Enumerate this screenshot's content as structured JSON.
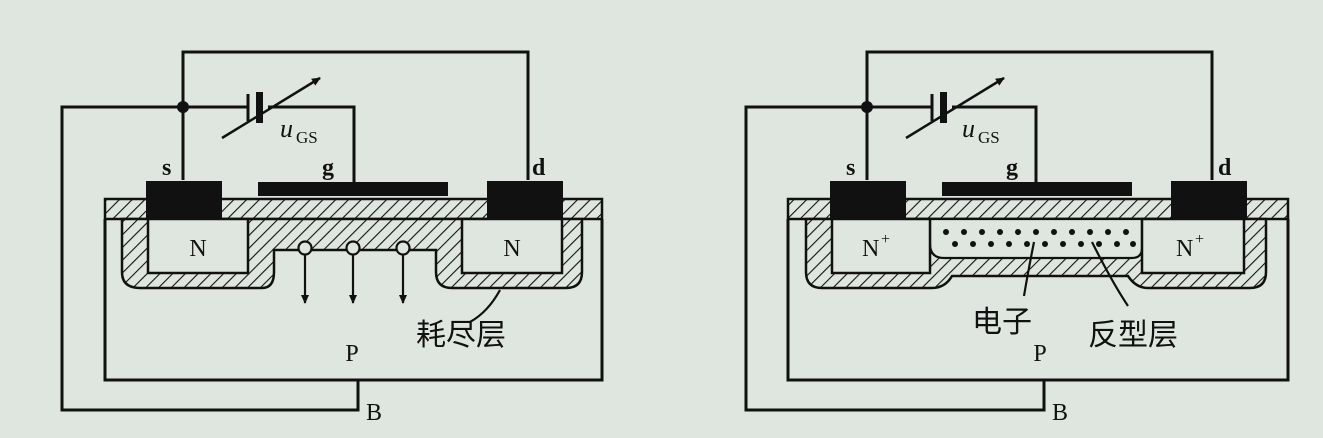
{
  "colors": {
    "background": "#dfe6df",
    "ink": "#111111"
  },
  "left_diagram": {
    "source_label": "s",
    "gate_label": "g",
    "drain_label": "d",
    "voltage_symbol": "u",
    "voltage_subscript": "GS",
    "source_region": "N",
    "drain_region": "N",
    "substrate_label": "P",
    "body_label": "B",
    "layer_caption": "耗尽层"
  },
  "right_diagram": {
    "source_label": "s",
    "gate_label": "g",
    "drain_label": "d",
    "voltage_symbol": "u",
    "voltage_subscript": "GS",
    "source_region": "N",
    "source_region_sup": "+",
    "drain_region": "N",
    "drain_region_sup": "+",
    "substrate_label": "P",
    "body_label": "B",
    "electron_caption": "电子",
    "layer_caption": "反型层"
  }
}
